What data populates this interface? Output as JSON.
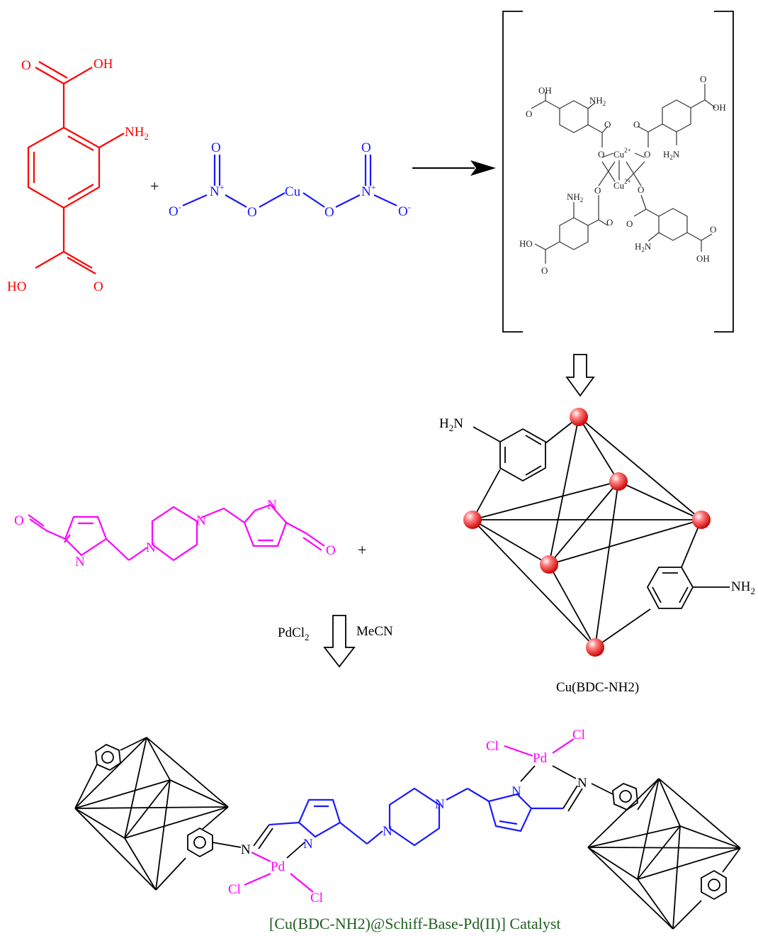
{
  "labels": {
    "plus": "+",
    "o": "O",
    "oh": "OH",
    "ho": "HO",
    "n": "N",
    "nh": "NH",
    "h2n": "H",
    "h": "H",
    "two": "2",
    "nplus_sup": "+",
    "ominus": "O",
    "ominus_sup": "-",
    "cu": "Cu",
    "cu2plus": "2+",
    "pd": "Pd",
    "cl": "Cl",
    "pdcl": "PdCl",
    "mecn": "MeCN",
    "mof_name": "Cu(BDC-NH2)",
    "catalyst_name": "[Cu(BDC-NH2)@Schiff-Base-Pd(II)] Catalyst"
  },
  "colors": {
    "aminoterephthalic": "#ff0000",
    "copper_nitrate": "#1a1aff",
    "dialdehyde": "#ff00ff",
    "palladium": "#ff00ff",
    "mof_node": "#e01010",
    "catalyst_label": "#1f5f1f"
  }
}
